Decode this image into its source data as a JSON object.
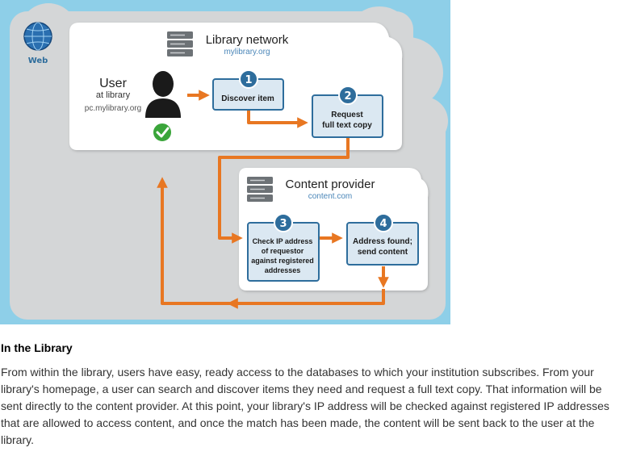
{
  "web": {
    "label": "Web"
  },
  "library_network": {
    "title": "Library network",
    "url": "mylibrary.org"
  },
  "user": {
    "title": "User",
    "subtitle": "at library",
    "host": "pc.mylibrary.org"
  },
  "steps": [
    {
      "number": "1",
      "lines": [
        "Discover item"
      ]
    },
    {
      "number": "2",
      "lines": [
        "Request",
        "full text copy"
      ]
    },
    {
      "number": "3",
      "lines": [
        "Check IP address",
        "of requestor",
        "against registered",
        "addresses"
      ]
    },
    {
      "number": "4",
      "lines": [
        "Address found;",
        "send content"
      ]
    }
  ],
  "content_provider": {
    "title": "Content provider",
    "url": "content.com"
  },
  "article": {
    "heading": "In the Library",
    "body": "From within the library, users have easy, ready access to the databases to which your institution subscribes. From your library's homepage, a user can search and discover items they need and request a full text copy. That information will be sent directly to the content provider. At this point, your library's IP address will be checked against registered IP addresses that are allowed to access content, and once the match has been made, the content will be sent back to the user at the library."
  },
  "colors": {
    "sky": "#8ecfe8",
    "cloud": "#d4d6d7",
    "panel": "#ffffff",
    "step_fill": "#dbe8f2",
    "step_border": "#2e6d9c",
    "badge": "#2e6d9c",
    "arrow": "#e87722",
    "check": "#3aa53a",
    "url_text": "#4a86b8"
  }
}
